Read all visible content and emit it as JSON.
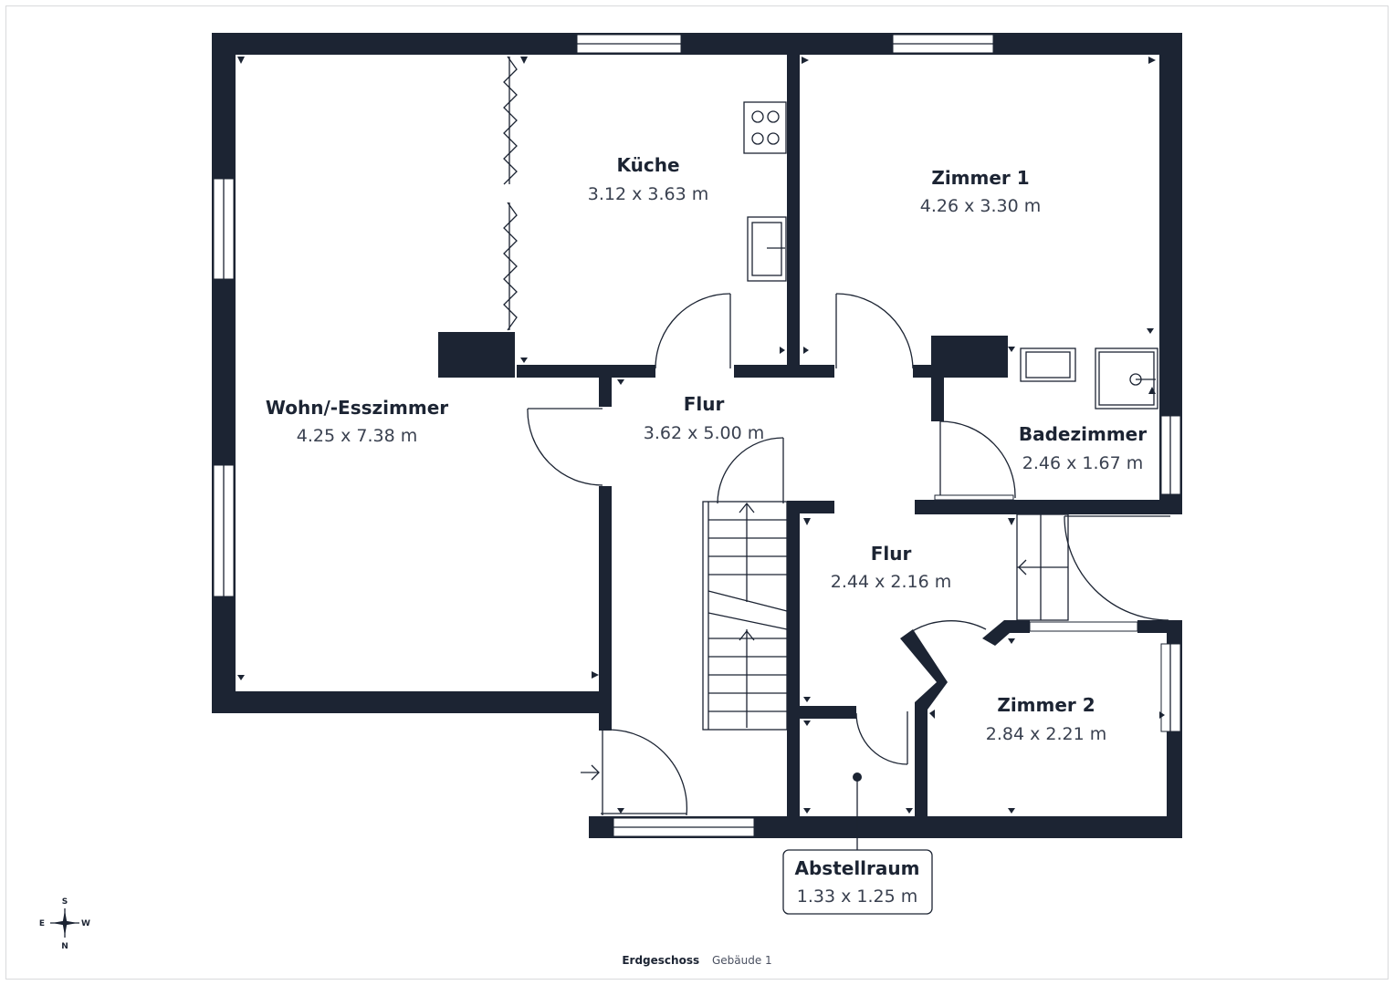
{
  "rooms": [
    {
      "key": "wohn",
      "name": "Wohn/-Esszimmer",
      "dims": "4.25 x 7.38 m"
    },
    {
      "key": "kueche",
      "name": "Küche",
      "dims": "3.12 x 3.63 m"
    },
    {
      "key": "zimmer1",
      "name": "Zimmer 1",
      "dims": "4.26 x 3.30 m"
    },
    {
      "key": "flur1",
      "name": "Flur",
      "dims": "3.62 x 5.00 m"
    },
    {
      "key": "bad",
      "name": "Badezimmer",
      "dims": "2.46 x 1.67 m"
    },
    {
      "key": "flur2",
      "name": "Flur",
      "dims": "2.44 x 2.16 m"
    },
    {
      "key": "zimmer2",
      "name": "Zimmer 2",
      "dims": "2.84 x 2.21 m"
    },
    {
      "key": "abstell",
      "name": "Abstellraum",
      "dims": "1.33 x 1.25 m"
    }
  ],
  "compass": {
    "top": "S",
    "bottom": "N",
    "left": "E",
    "right": "W"
  },
  "footer": {
    "floor": "Erdgeschoss",
    "building": "Gebäude 1"
  },
  "colors": {
    "wall": "#1c2433",
    "background": "#ffffff"
  }
}
